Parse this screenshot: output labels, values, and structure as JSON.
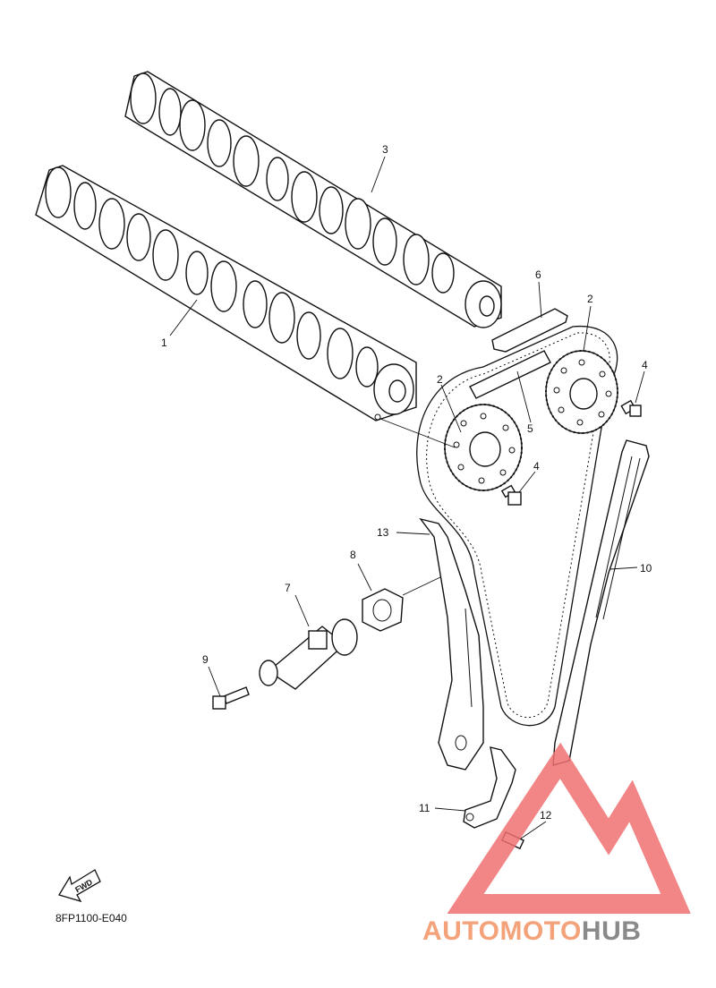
{
  "diagram": {
    "code": "8FP1100-E040",
    "fwd_label": "FWD",
    "callouts": [
      {
        "id": "c1",
        "text": "1"
      },
      {
        "id": "c2a",
        "text": "2"
      },
      {
        "id": "c2b",
        "text": "2"
      },
      {
        "id": "c3",
        "text": "3"
      },
      {
        "id": "c4a",
        "text": "4"
      },
      {
        "id": "c4b",
        "text": "4"
      },
      {
        "id": "c5",
        "text": "5"
      },
      {
        "id": "c6",
        "text": "6"
      },
      {
        "id": "c7",
        "text": "7"
      },
      {
        "id": "c8",
        "text": "8"
      },
      {
        "id": "c9",
        "text": "9"
      },
      {
        "id": "c10",
        "text": "10"
      },
      {
        "id": "c11",
        "text": "11"
      },
      {
        "id": "c12",
        "text": "12"
      },
      {
        "id": "c13",
        "text": "13"
      }
    ]
  },
  "watermark": {
    "part1": "AUTOMOTO",
    "part2": "HUB",
    "color1": "#f4a27a",
    "color2": "#8a8a8a",
    "logo_color": "#f07070"
  }
}
